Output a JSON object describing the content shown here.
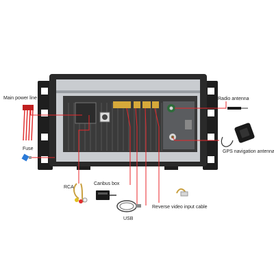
{
  "labels": {
    "main_power_line": "Main power line",
    "fuse": "Fuse",
    "rca": "RCA",
    "canbus_box": "Canbus box",
    "usb": "USB",
    "reverse_video": "Reverse video input cable",
    "gps_antenna": "GPS navigation antenna",
    "radio_antenna": "Radio antenna"
  },
  "colors": {
    "leader_line": "#e8262a",
    "housing": "#2a2a2a",
    "panel": "#c9ccd0",
    "heatsink": "#3a3a3a",
    "connector_gold": "#d6a93a"
  }
}
